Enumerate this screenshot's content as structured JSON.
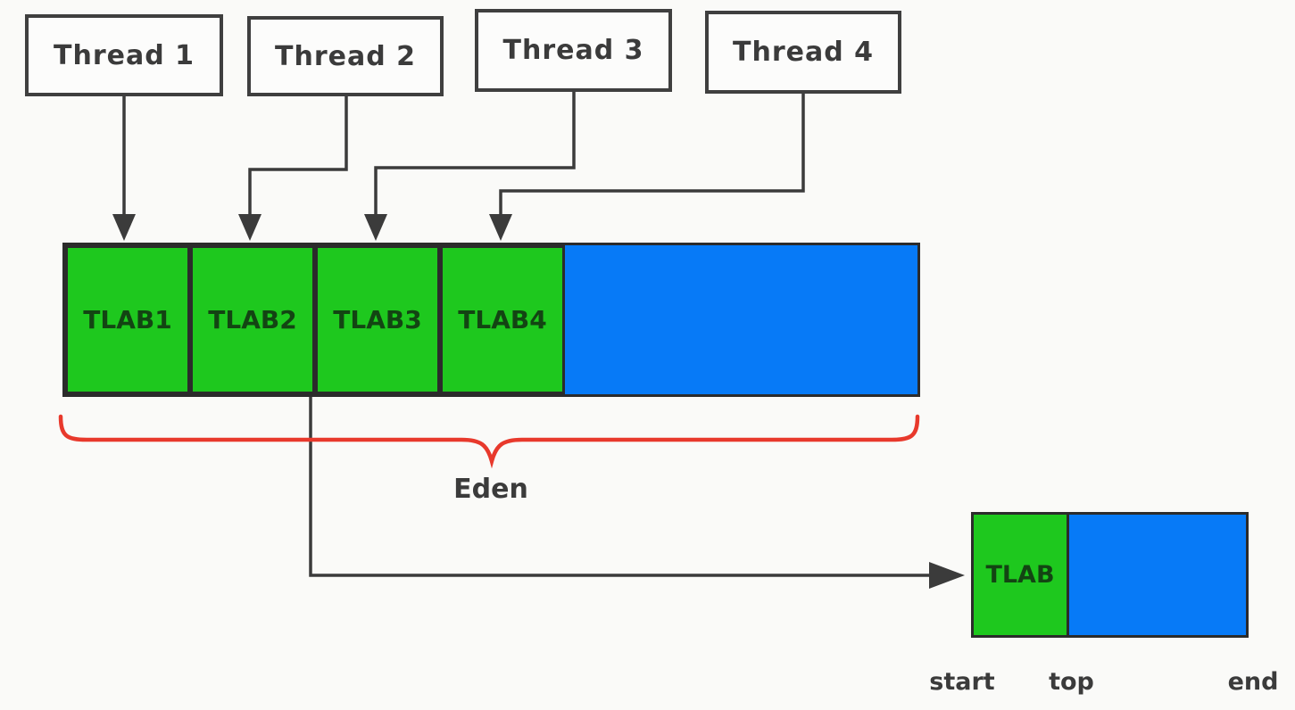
{
  "colors": {
    "green": "#1ec81e",
    "green_text": "#134413",
    "blue": "#077af7",
    "line": "#3b3b3b",
    "text": "#3b3b3b",
    "brace": "#e8392c",
    "border": "#2b2b2b",
    "box_bg": "#fcfcfb",
    "background": "#fafaf8"
  },
  "threads": [
    {
      "label": "Thread 1"
    },
    {
      "label": "Thread 2"
    },
    {
      "label": "Thread 3"
    },
    {
      "label": "Thread 4"
    }
  ],
  "eden": {
    "label": "Eden",
    "tlabs": [
      {
        "label": "TLAB1"
      },
      {
        "label": "TLAB2"
      },
      {
        "label": "TLAB3"
      },
      {
        "label": "TLAB4"
      }
    ]
  },
  "tlab_detail": {
    "tlab_label": "TLAB",
    "pointers": [
      {
        "label": "start"
      },
      {
        "label": "top"
      },
      {
        "label": "end"
      }
    ]
  }
}
